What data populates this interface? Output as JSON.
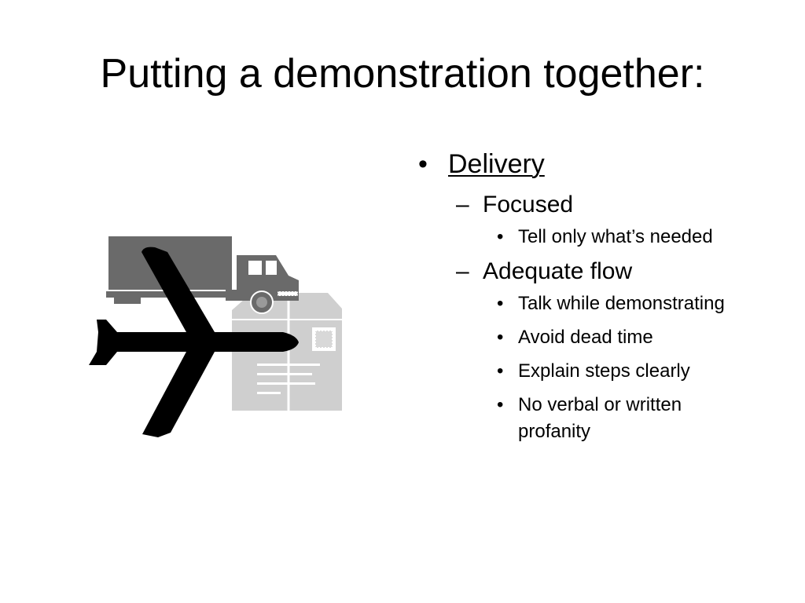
{
  "slide": {
    "title": "Putting a demonstration together:",
    "clipart": {
      "description_icons": [
        "truck-icon",
        "airplane-icon",
        "package-icon"
      ],
      "colors": {
        "truck": "#6a6a6a",
        "airplane": "#000000",
        "package": "#cfcfcf",
        "package_lines": "#ffffff"
      }
    },
    "bullets": {
      "level1": {
        "marker": "•",
        "label": "Delivery"
      },
      "focused": {
        "marker": "–",
        "label": "Focused",
        "items": [
          {
            "marker": "•",
            "label": "Tell only what’s needed"
          }
        ]
      },
      "flow": {
        "marker": "–",
        "label": "Adequate flow",
        "items": [
          {
            "marker": "•",
            "label": "Talk while demonstrating"
          },
          {
            "marker": "•",
            "label": "Avoid dead time"
          },
          {
            "marker": "•",
            "label": "Explain steps clearly"
          },
          {
            "marker": "•",
            "label": "No verbal or written profanity"
          }
        ]
      }
    }
  }
}
